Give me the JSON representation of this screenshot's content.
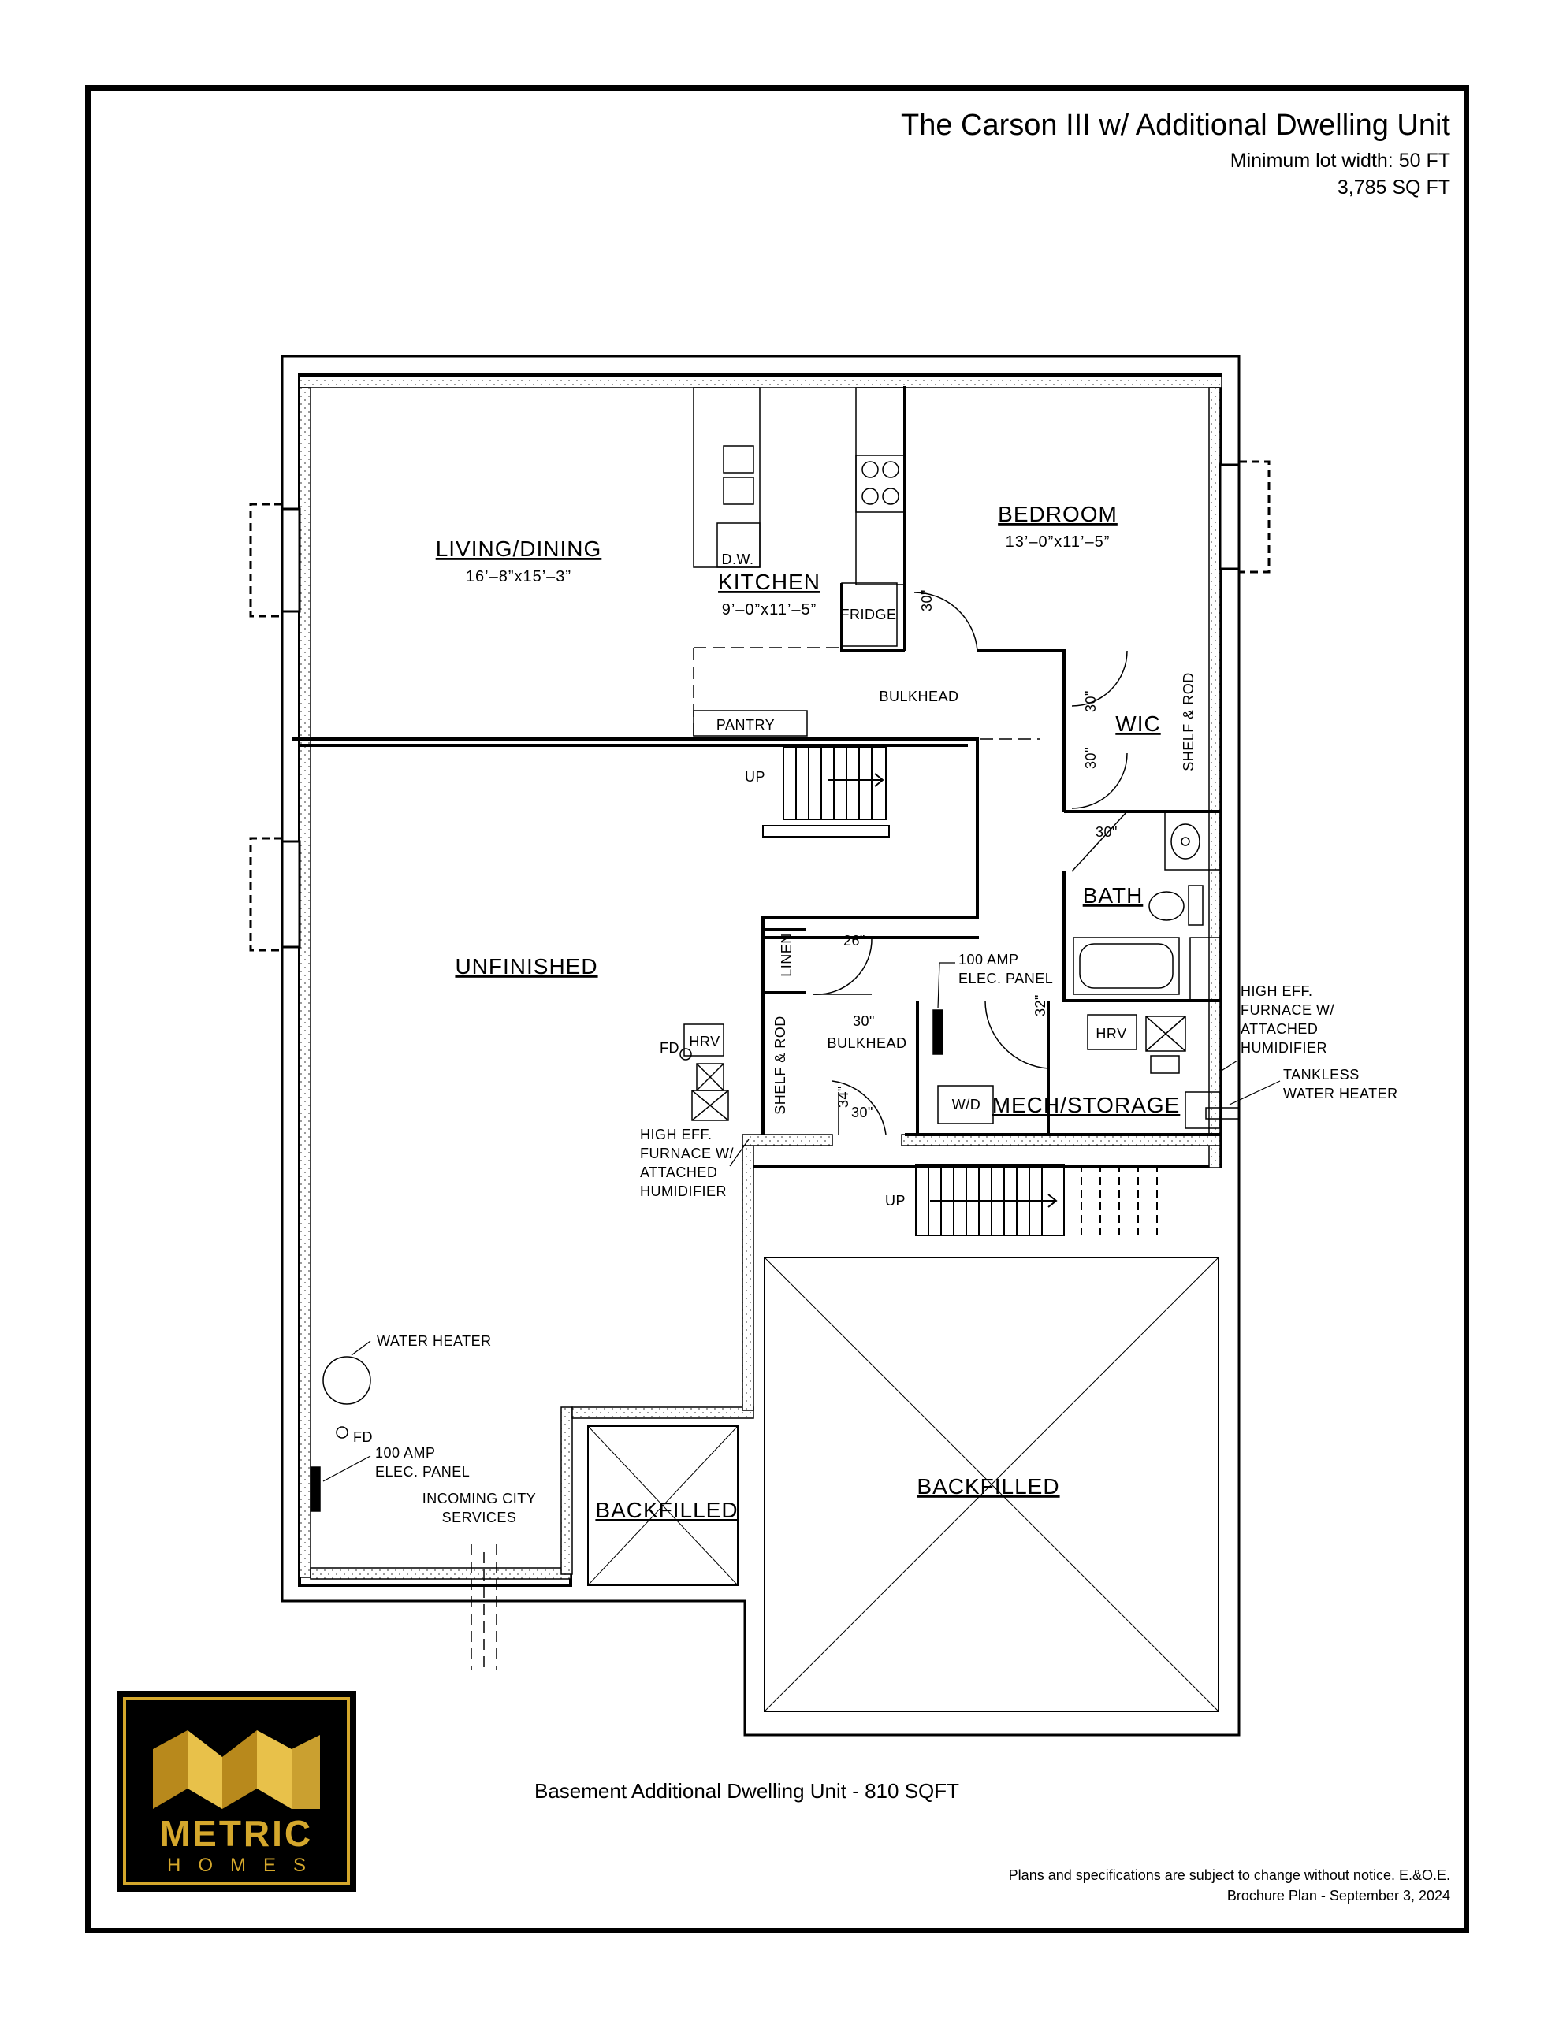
{
  "header": {
    "title": "The Carson III w/ Additional Dwelling Unit",
    "min_lot": "Minimum lot width: 50 FT",
    "sqft": "3,785 SQ FT"
  },
  "rooms": {
    "living": "LIVING/DINING",
    "living_dim": "16’–8”x15’–3”",
    "kitchen": "KITCHEN",
    "kitchen_dim": "9’–0”x11’–5”",
    "bedroom": "BEDROOM",
    "bedroom_dim": "13’–0”x11’–5”",
    "wic": "WIC",
    "bath": "BATH",
    "unfinished": "UNFINISHED",
    "mech": "MECH/STORAGE",
    "backfilled_small": "BACKFILLED",
    "backfilled_large": "BACKFILLED"
  },
  "notes": {
    "dw": "D.W.",
    "fridge": "FRIDGE",
    "pantry": "PANTRY",
    "bulkhead_top": "BULKHEAD",
    "bulkhead_mid": "BULKHEAD",
    "up1": "UP",
    "up2": "UP",
    "linen": "LINEN",
    "shelf_rod_wic": "SHELF & ROD",
    "shelf_rod_left": "SHELF & ROD",
    "hrv1": "HRV",
    "hrv2": "HRV",
    "wd": "W/D",
    "fd1": "FD",
    "fd2": "FD",
    "door30_a": "30\"",
    "door30_b": "30\"",
    "door30_c": "30\"",
    "door30_d": "30\"",
    "door30_e": "30\"",
    "door30_f": "30\"",
    "door26": "26\"",
    "door32": "32\"",
    "door34": "34\"",
    "elec_panel_1a": "100 AMP",
    "elec_panel_1b": "ELEC. PANEL",
    "elec_panel_2a": "100 AMP",
    "elec_panel_2b": "ELEC. PANEL",
    "furnace_r1": "HIGH EFF.",
    "furnace_r2": "FURNACE W/",
    "furnace_r3": "ATTACHED",
    "furnace_r4": "HUMIDIFIER",
    "furnace_l1": "HIGH EFF.",
    "furnace_l2": "FURNACE W/",
    "furnace_l3": "ATTACHED",
    "furnace_l4": "HUMIDIFIER",
    "tankless1": "TANKLESS",
    "tankless2": "WATER HEATER",
    "water_heater": "WATER HEATER",
    "city1": "INCOMING CITY",
    "city2": "SERVICES"
  },
  "footer": {
    "caption": "Basement Additional Dwelling Unit - 810 SQFT",
    "disclaimer": "Plans and specifications are subject to change without notice. E.&O.E.",
    "brochure": "Brochure Plan - September 3, 2024"
  },
  "logo": {
    "word": "METRIC",
    "sub": "HOMES",
    "color": "#d4a72c"
  }
}
